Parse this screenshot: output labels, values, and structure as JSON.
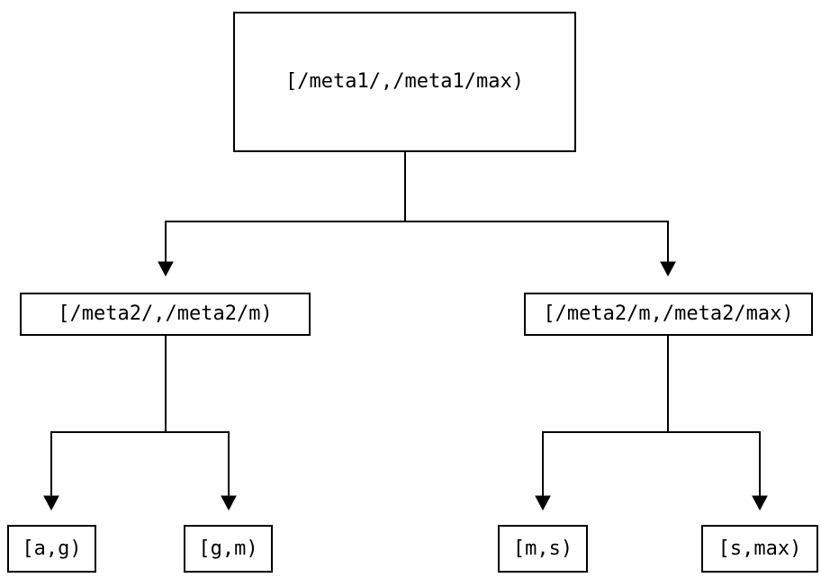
{
  "tree": {
    "root": {
      "label": "[/meta1/,/meta1/max)",
      "children": [
        {
          "label": "[/meta2/,/meta2/m)",
          "children": [
            {
              "label": "[a,g)"
            },
            {
              "label": "[g,m)"
            }
          ]
        },
        {
          "label": "[/meta2/m,/meta2/max)",
          "children": [
            {
              "label": "[m,s)"
            },
            {
              "label": "[s,max)"
            }
          ]
        }
      ]
    }
  },
  "colors": {
    "line": "#000000",
    "box_border": "#000000",
    "text": "#000000",
    "background": "#ffffff"
  }
}
